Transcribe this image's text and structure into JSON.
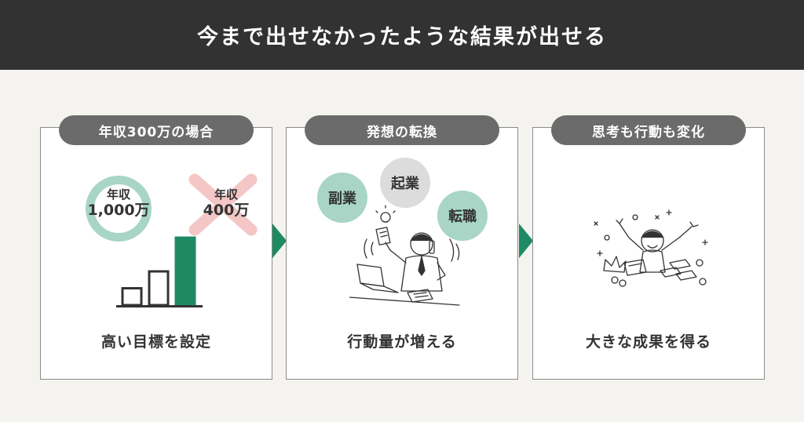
{
  "header": {
    "title": "今まで出せなかったような結果が出せる"
  },
  "panels": [
    {
      "pill": "年収300万の場合",
      "caption": "高い目標を設定",
      "ring": {
        "line1": "年収",
        "line2": "1,000万"
      },
      "cross": {
        "line1": "年収",
        "line2": "400万"
      },
      "bars": [
        1,
        2,
        4
      ]
    },
    {
      "pill": "発想の転換",
      "caption": "行動量が増える",
      "bubbles": [
        "副業",
        "起業",
        "転職"
      ]
    },
    {
      "pill": "思考も行動も変化",
      "caption": "大きな成果を得る"
    }
  ],
  "colors": {
    "header_bg": "#323232",
    "accent_green": "#1e8a63",
    "light_green": "#a8d5c6",
    "light_pink": "#f4c6c6",
    "pill_bg": "#6b6b6b",
    "bubble_gray": "#dcdcdc",
    "background": "#f4f3ef"
  }
}
